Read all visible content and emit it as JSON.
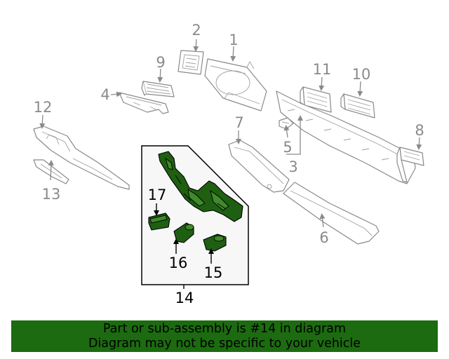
{
  "callouts": {
    "c1": "1",
    "c2": "2",
    "c3": "3",
    "c4": "4",
    "c5": "5",
    "c6": "6",
    "c7": "7",
    "c8": "8",
    "c9": "9",
    "c10": "10",
    "c11": "11",
    "c12": "12",
    "c13": "13",
    "c14": "14",
    "c15": "15",
    "c16": "16",
    "c17": "17"
  },
  "highlight_color": "#1f5f12",
  "banner": {
    "line1": "Part or sub-assembly is #14 in diagram",
    "line2": "Diagram may not be specific to your vehicle",
    "background": "#1c6b10"
  }
}
